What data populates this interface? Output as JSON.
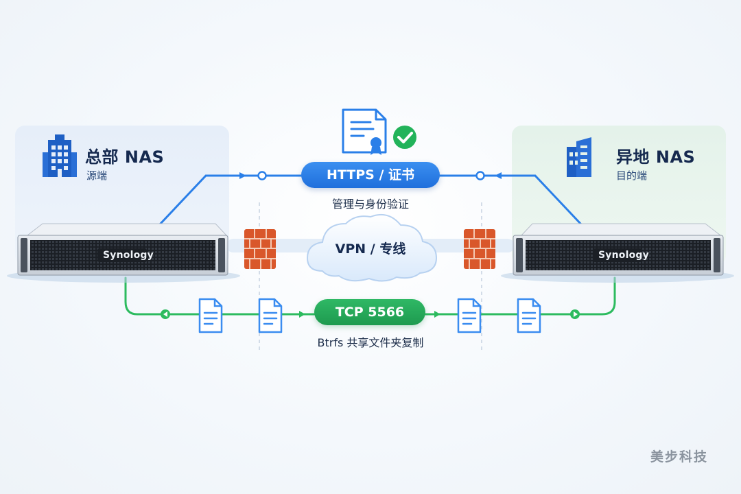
{
  "left_site": {
    "title": "总部 NAS",
    "subtitle": "源端",
    "device_brand": "Synology"
  },
  "right_site": {
    "title": "异地 NAS",
    "subtitle": "目的端",
    "device_brand": "Synology"
  },
  "https_channel": {
    "label": "HTTPS / 证书",
    "caption": "管理与身份验证"
  },
  "vpn_channel": {
    "label": "VPN / 专线"
  },
  "data_channel": {
    "label": "TCP 5566",
    "caption": "Btrfs 共享文件夹复制"
  },
  "watermark": "美步科技",
  "colors": {
    "accent_blue": "#1f6fdc",
    "accent_green": "#1e9a4f",
    "firewall": "#d9572b",
    "check": "#22b35a"
  }
}
